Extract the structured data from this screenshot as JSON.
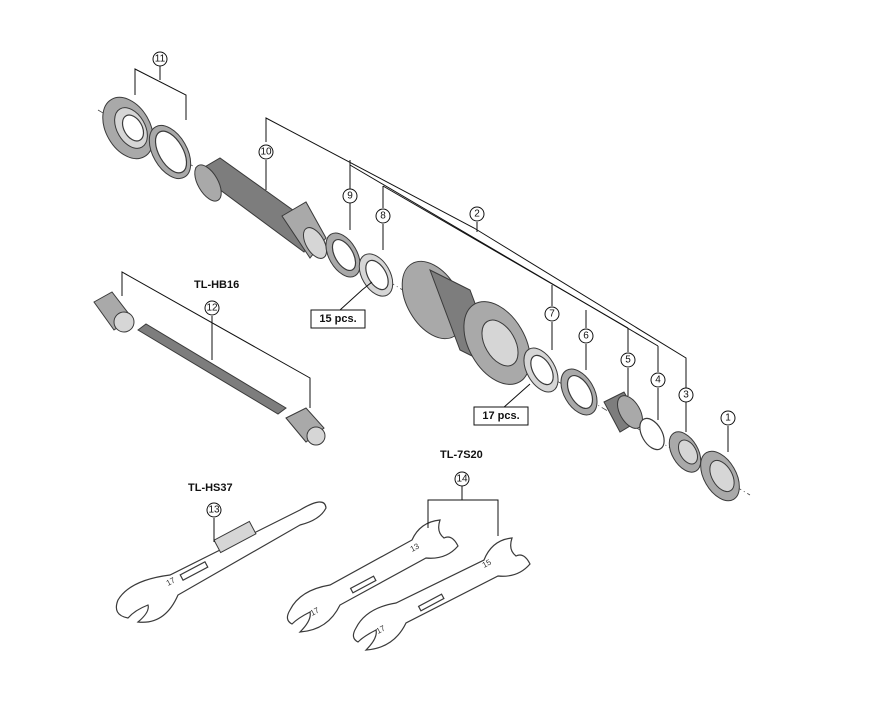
{
  "callouts": {
    "c1": "1",
    "c2": "2",
    "c3": "3",
    "c4": "4",
    "c5": "5",
    "c6": "6",
    "c7": "7",
    "c8": "8",
    "c9": "9",
    "c10": "10",
    "c11": "11",
    "c12": "12",
    "c13": "13",
    "c14": "14"
  },
  "tools": {
    "tl_hb16": "TL-HB16",
    "tl_hs37": "TL-HS37",
    "tl_7s20": "TL-7S20"
  },
  "quantities": {
    "q15": "15 pcs.",
    "q17": "17 pcs."
  },
  "wrench_marks": {
    "hs37_17": "17",
    "s20_a_13": "13",
    "s20_a_17": "17",
    "s20_b_15": "15",
    "s20_b_17": "17"
  }
}
